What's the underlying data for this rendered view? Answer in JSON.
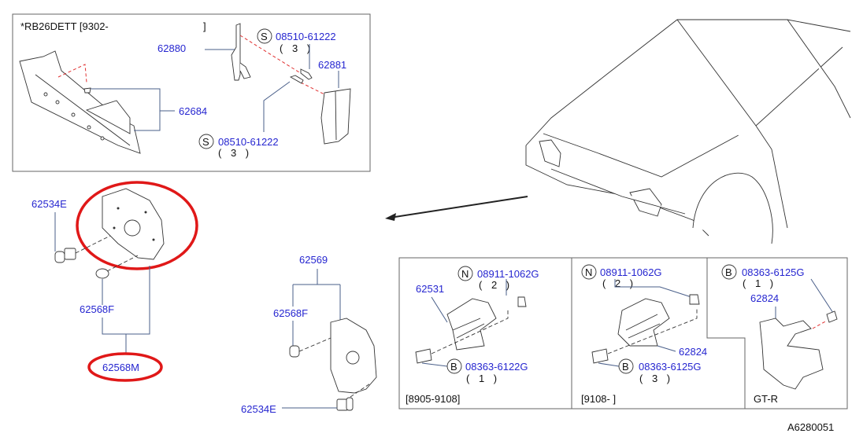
{
  "header": {
    "variant": "*RB26DETT  [9302-",
    "variant_close": "]"
  },
  "top_box": {
    "p62880": "62880",
    "p62881": "62881",
    "p62684": "62684",
    "screw_a": {
      "symbol": "S",
      "part": "08510-61222",
      "qty": "( 3 )"
    },
    "screw_b": {
      "symbol": "S",
      "part": "08510-61222",
      "qty": "( 3 )"
    }
  },
  "left_group": {
    "p62534E": "62534E",
    "p62568F": "62568F",
    "p62568M": "62568M"
  },
  "center_group": {
    "p62569": "62569",
    "p62568F": "62568F",
    "p62534E": "62534E"
  },
  "panels": [
    {
      "nut": {
        "symbol": "N",
        "part": "08911-1062G",
        "qty": "( 2 )"
      },
      "bracket": "62531",
      "bolt": {
        "symbol": "B",
        "part": "08363-6122G",
        "qty": "( 1 )"
      },
      "range": "[8905-9108]"
    },
    {
      "nut": {
        "symbol": "N",
        "part": "08911-1062G",
        "qty": "( 2 )"
      },
      "bracket": "62824",
      "bolt": {
        "symbol": "B",
        "part": "08363-6125G",
        "qty": "( 3 )"
      },
      "range": "[9108-          ]"
    },
    {
      "bolt": {
        "symbol": "B",
        "part": "08363-6125G",
        "qty": "( 1 )"
      },
      "bracket": "62824",
      "range": "GT-R"
    }
  ],
  "diagram_id": "A6280051",
  "colors": {
    "part_number": "#2626d0",
    "highlight": "#e01818",
    "leader": "#4a5f8a"
  }
}
